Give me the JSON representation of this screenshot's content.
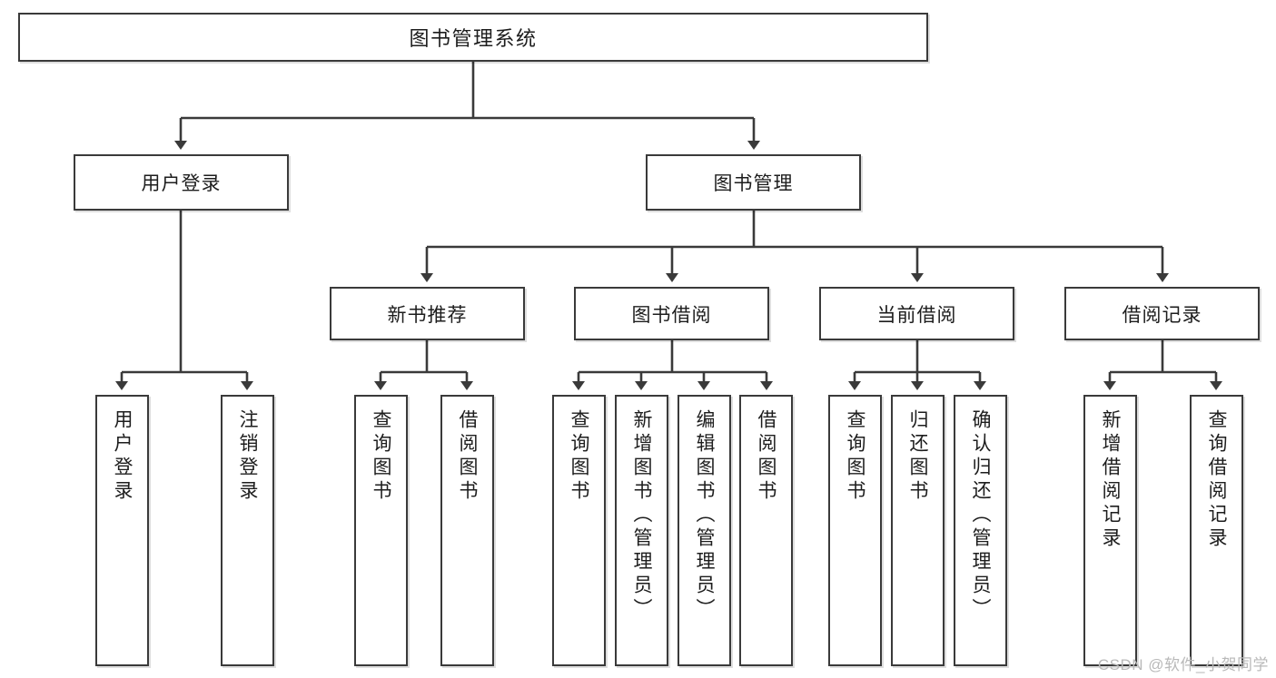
{
  "diagram": {
    "title": "图书管理系统",
    "type": "tree",
    "watermark": "CSDN @软件_小贺同学",
    "root": {
      "label": "图书管理系统"
    },
    "level1": [
      {
        "label": "用户登录"
      },
      {
        "label": "图书管理"
      }
    ],
    "level2": [
      {
        "label": "新书推荐"
      },
      {
        "label": "图书借阅"
      },
      {
        "label": "当前借阅"
      },
      {
        "label": "借阅记录"
      }
    ],
    "leaves": {
      "user_login": [
        {
          "label": "用户登录"
        },
        {
          "label": "注销登录"
        }
      ],
      "new_book": [
        {
          "label": "查询图书"
        },
        {
          "label": "借阅图书"
        }
      ],
      "book_borrow": [
        {
          "label": "查询图书"
        },
        {
          "label": "新增图书（管理员）"
        },
        {
          "label": "编辑图书（管理员）"
        },
        {
          "label": "借阅图书"
        }
      ],
      "current_borrow": [
        {
          "label": "查询图书"
        },
        {
          "label": "归还图书"
        },
        {
          "label": "确认归还（管理员）"
        }
      ],
      "borrow_record": [
        {
          "label": "新增借阅记录"
        },
        {
          "label": "查询借阅记录"
        }
      ]
    },
    "colors": {
      "stroke": "#3a3a3a",
      "fill": "#ffffff",
      "text": "#1d1d1d",
      "watermark": "#b9b9b9"
    }
  }
}
